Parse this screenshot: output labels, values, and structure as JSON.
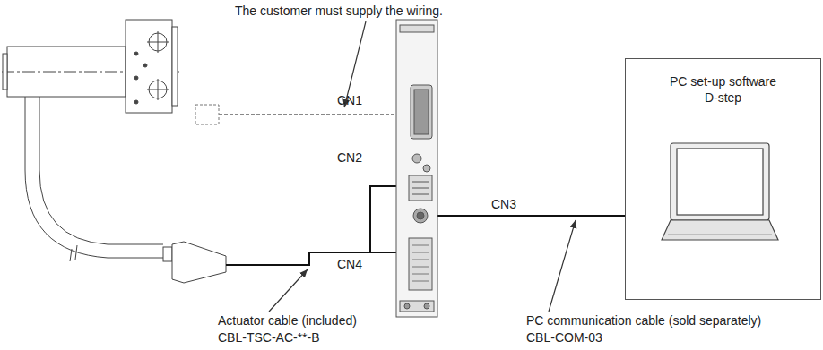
{
  "diagram": {
    "nodes": [
      {
        "text": [
          "PC set-up software",
          "D-step"
        ]
      }
    ],
    "labels": [
      "The customer must supply the wiring.",
      "CN1",
      "CN2",
      "CN3",
      "CN4",
      "Actuator cable (included)",
      "CBL-TSC-AC-**-B",
      "PC communication cable (sold separately)",
      "CBL-COM-03"
    ]
  }
}
